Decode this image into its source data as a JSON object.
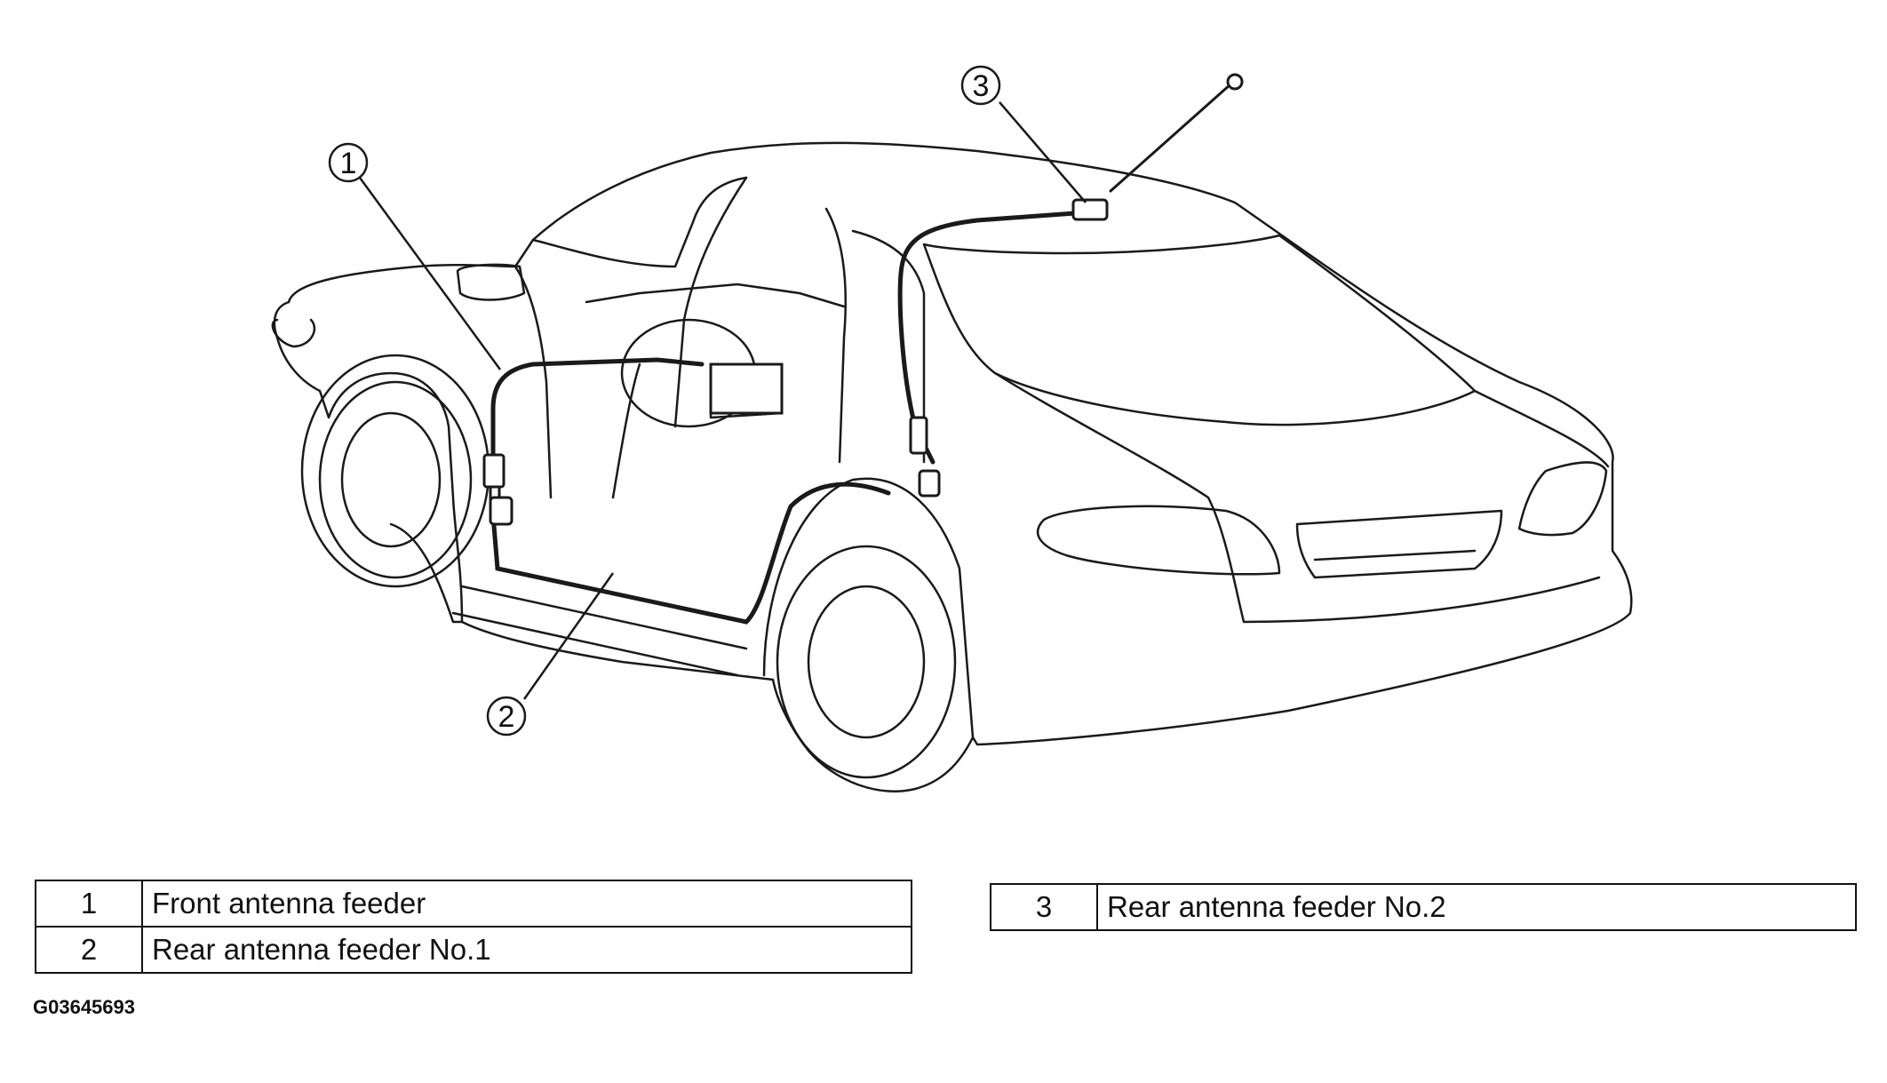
{
  "callouts": [
    {
      "id": "1",
      "label": "1"
    },
    {
      "id": "2",
      "label": "2"
    },
    {
      "id": "3",
      "label": "3"
    }
  ],
  "legend": {
    "left": [
      {
        "num": "1",
        "text": "Front antenna feeder"
      },
      {
        "num": "2",
        "text": "Rear antenna feeder No.1"
      }
    ],
    "right": [
      {
        "num": "3",
        "text": "Rear antenna feeder No.2"
      }
    ]
  },
  "figure_code": "G03645693",
  "colors": {
    "line": "#1a1a1a",
    "background": "#ffffff"
  }
}
